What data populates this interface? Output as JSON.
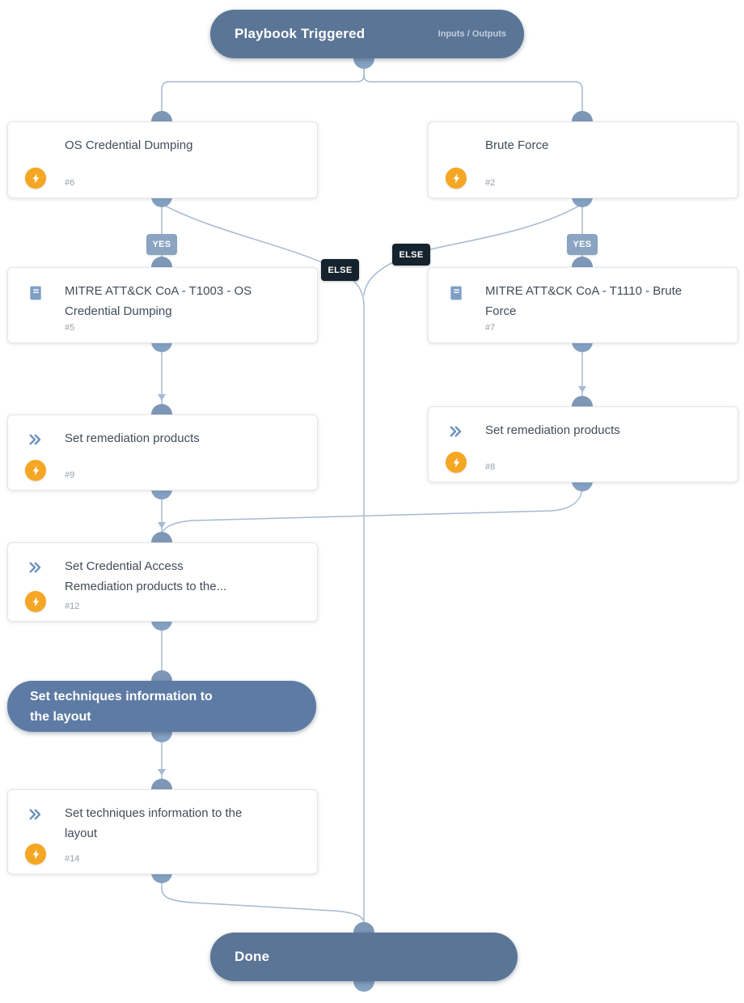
{
  "header": {
    "title": "Playbook Triggered",
    "io_label": "Inputs / Outputs"
  },
  "badges": {
    "yes": "YES",
    "else": "ELSE"
  },
  "nodes": {
    "os_cred": {
      "title": "OS Credential Dumping",
      "id": "#6"
    },
    "brute": {
      "title": "Brute Force",
      "id": "#2"
    },
    "mitre_1003": {
      "title": "MITRE ATT&CK CoA - T1003 - OS Credential Dumping",
      "id": "#5"
    },
    "mitre_1110": {
      "title": "MITRE ATT&CK CoA - T1110 - Brute Force",
      "id": "#7"
    },
    "rem_left": {
      "title": "Set remediation products",
      "id": "#9"
    },
    "rem_right": {
      "title": "Set remediation products",
      "id": "#8"
    },
    "cred_access": {
      "title": "Set Credential Access Remediation products to the...",
      "id": "#12"
    },
    "set_tech": {
      "title": "Set techniques information to the layout",
      "id": "#14"
    }
  },
  "section": {
    "title": "Set techniques information to the layout"
  },
  "terminal": {
    "done": "Done"
  },
  "colors": {
    "pill": "#5a7596",
    "section_pill": "#5d7ba4",
    "connector": "#85a1c2",
    "edge": "#a4bad1",
    "yes_badge": "#8aa4c2",
    "else_badge": "#15232e",
    "bolt": "#f5a623",
    "icon": "#7f9fc4",
    "title_text": "#414c58",
    "id_text": "#99a0a8"
  }
}
